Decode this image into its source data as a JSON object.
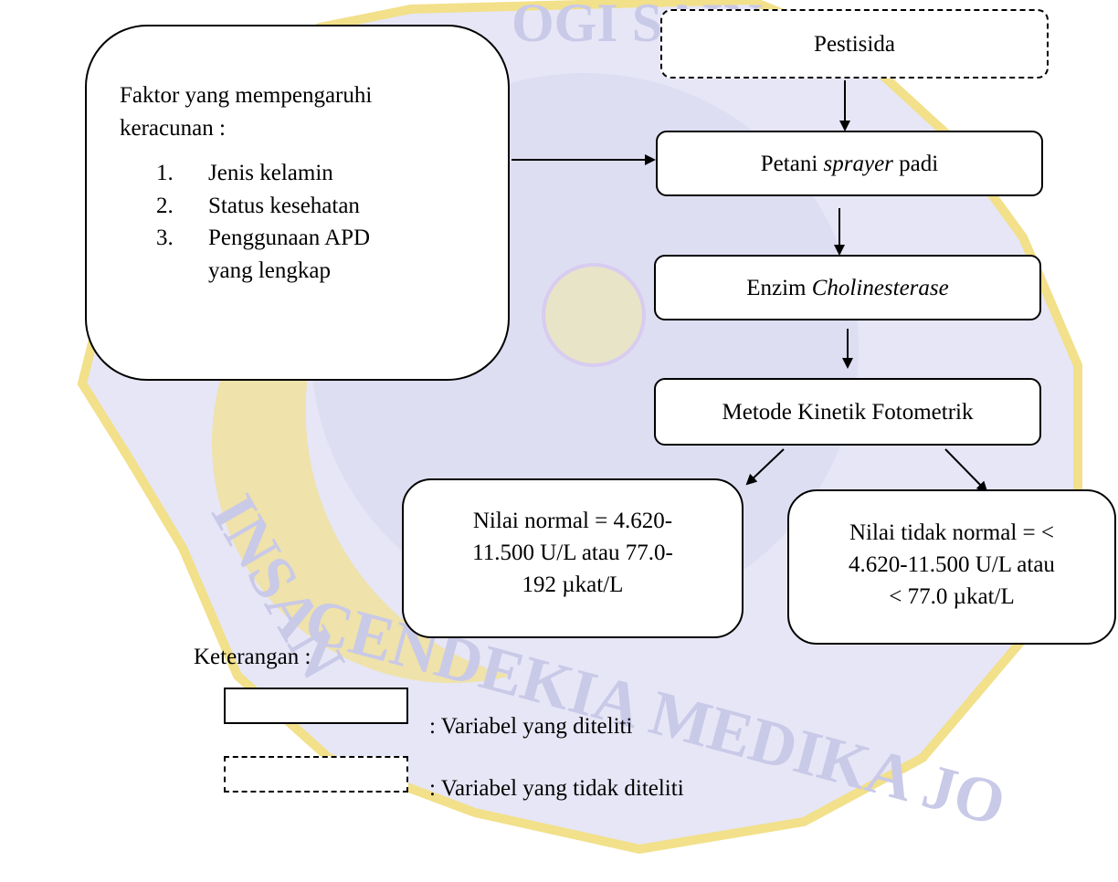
{
  "diagram": {
    "pestisida": "Pestisida",
    "petani_prefix": "Petani ",
    "petani_italic": "sprayer",
    "petani_suffix": " padi",
    "enzim_prefix": "Enzim ",
    "enzim_italic": "Cholinesterase",
    "metode": "Metode Kinetik Fotometrik",
    "normal_line1": "Nilai normal = 4.620-",
    "normal_line2": "11.500 U/L atau 77.0-",
    "normal_line3": "192 µkat/L",
    "abnormal_line1": "Nilai tidak normal = <",
    "abnormal_line2": "4.620-11.500 U/L atau",
    "abnormal_line3": "< 77.0 µkat/L",
    "factors": {
      "title_line1": "Faktor yang mempengaruhi",
      "title_line2": "keracunan :",
      "items": [
        {
          "num": "1.",
          "line1": "Jenis kelamin",
          "line2": ""
        },
        {
          "num": "2.",
          "line1": "Status kesehatan",
          "line2": ""
        },
        {
          "num": "3.",
          "line1": "Penggunaan APD",
          "line2": "yang lengkap"
        }
      ]
    }
  },
  "legend": {
    "title": "Keterangan :",
    "solid": ": Variabel yang diteliti",
    "dashed": ": Variabel yang tidak diteliti"
  },
  "watermark": {
    "text_top": "OGI SAIN",
    "text_left": "INSAN",
    "text_bottom": "CENDEKIA MEDIKA JO",
    "colors": {
      "main": "#c9c9e8",
      "accent": "#f2e08a"
    }
  }
}
